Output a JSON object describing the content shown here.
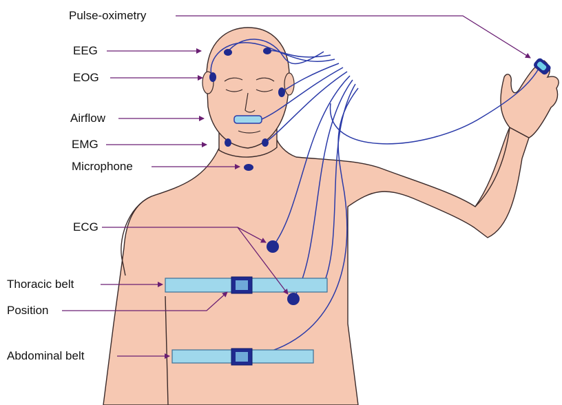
{
  "labels": {
    "pulse_oximetry": "Pulse-oximetry",
    "eeg": "EEG",
    "eog": "EOG",
    "airflow": "Airflow",
    "emg": "EMG",
    "microphone": "Microphone",
    "ecg": "ECG",
    "thoracic_belt": "Thoracic belt",
    "position": "Position",
    "abdominal_belt": "Abdominal belt"
  },
  "colors": {
    "skin": "#f6c8b2",
    "skin_outline": "#3a2a2a",
    "electrode": "#1f2a8f",
    "wire": "#2a3aa8",
    "pointer": "#6a1f73",
    "belt": "#9fd8ec",
    "belt_outline": "#3a6f95",
    "sensor_box": "#1f2a8f",
    "sensor_inner": "#6fa9d9",
    "label_text": "#111111"
  }
}
